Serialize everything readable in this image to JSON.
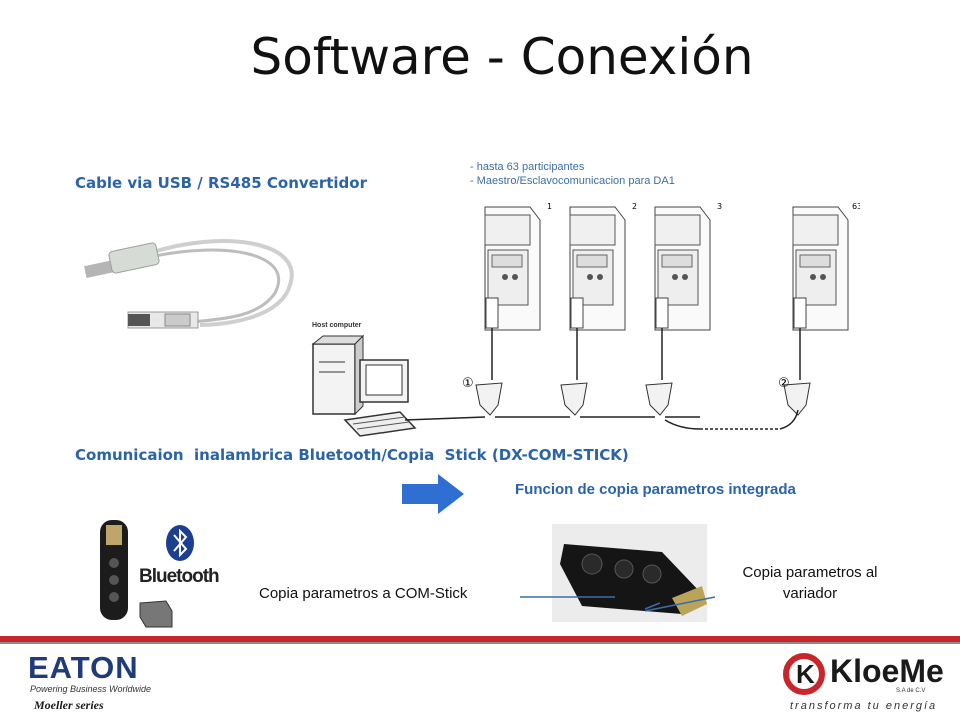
{
  "slide": {
    "title": "Software - Conexión",
    "cable_label": "Cable via USB / RS485 Convertidor",
    "notes": [
      "- hasta 63 participantes",
      "- Maestro/Esclavocomunicacion para DA1"
    ],
    "wireless_label": "Comunicaion  inalambrica Bluetooth/Copia  Stick (DX-COM-STICK)",
    "copy_function_label": "Funcion de copia parametros integrada",
    "copy_to_stick": "Copia parametros a COM-Stick",
    "copy_to_drive_line1": "Copia parametros al",
    "copy_to_drive_line2": "variador",
    "host_label": "Host computer",
    "drive_numbers": [
      "1",
      "2",
      "3",
      "63"
    ],
    "connector_markers": [
      "①",
      "②"
    ],
    "bluetooth_text": "Bluetooth",
    "eaton_logo_text": "EATON",
    "eaton_tagline": "Powering Business Worldwide",
    "moeller_text": "Moeller series",
    "kloeme_logo_text": "KloeMe",
    "kloeme_sub": "S.A de C.V",
    "kloeme_tagline": "transforma tu energía"
  },
  "colors": {
    "accent_blue": "#2a63a8",
    "arrow_blue": "#2f6fd1",
    "brand_red": "#c8262b"
  }
}
